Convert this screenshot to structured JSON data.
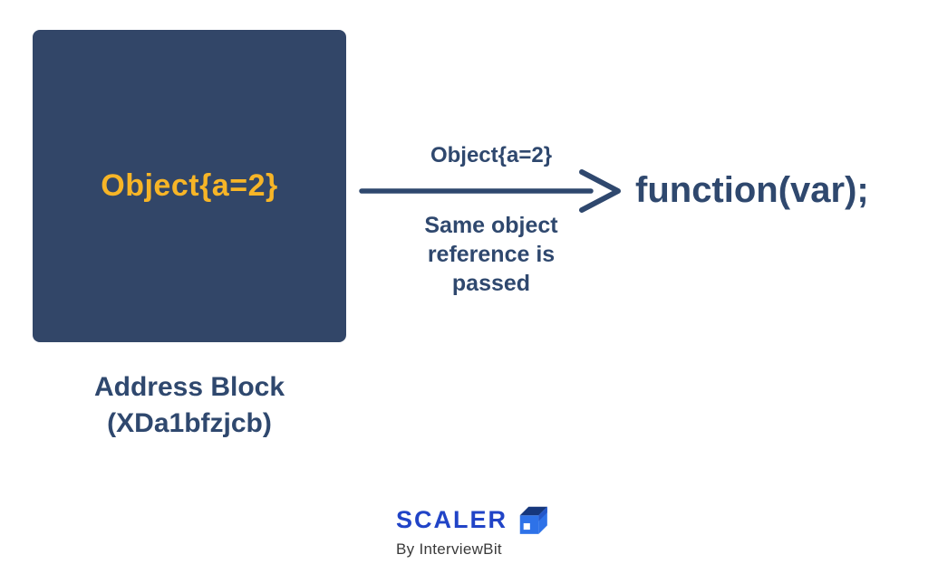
{
  "colors": {
    "background": "#ffffff",
    "block_fill": "#324668",
    "accent_yellow": "#f7b527",
    "navy_text": "#2f486e",
    "brand_blue": "#2144c7",
    "icon_bright_blue": "#2e72e8",
    "icon_dark_blue": "#16377c",
    "byline_gray": "#3a3a3a"
  },
  "icons": {
    "arrow": "right-arrow-icon",
    "brand": "scaler-cube-icon"
  },
  "diagram": {
    "address_block": {
      "value": "Object{a=2}",
      "caption": "Address Block\n(XDa1bfzjcb)"
    },
    "arrow": {
      "label": "Object{a=2}",
      "description": "Same object\nreference is\npassed"
    },
    "result": "function(var);"
  },
  "footer": {
    "brand": "SCALER",
    "byline": "By InterviewBit"
  }
}
